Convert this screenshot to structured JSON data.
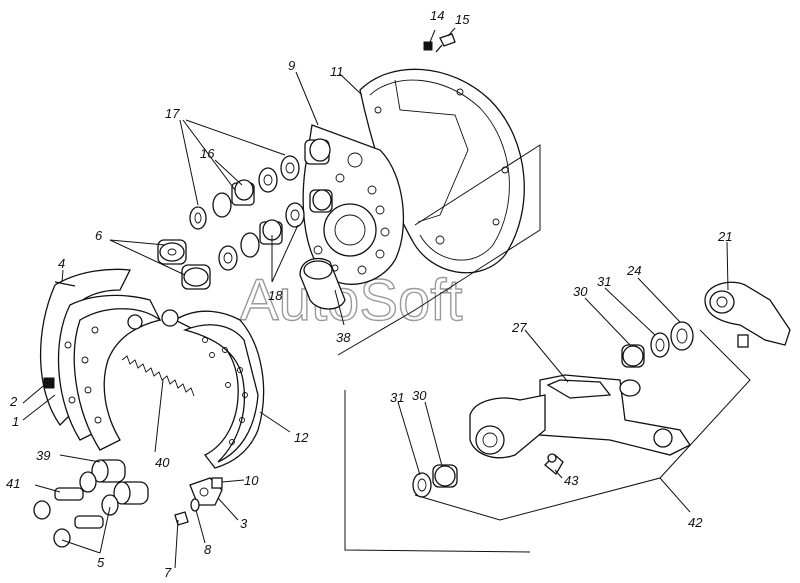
{
  "diagram": {
    "watermark": "AutoSoft",
    "labels": [
      {
        "id": "l1",
        "text": "1"
      },
      {
        "id": "l2",
        "text": "2"
      },
      {
        "id": "l3",
        "text": "3"
      },
      {
        "id": "l4",
        "text": "4"
      },
      {
        "id": "l5",
        "text": "5"
      },
      {
        "id": "l6",
        "text": "6"
      },
      {
        "id": "l7",
        "text": "7"
      },
      {
        "id": "l8",
        "text": "8"
      },
      {
        "id": "l9",
        "text": "9"
      },
      {
        "id": "l10",
        "text": "10"
      },
      {
        "id": "l11",
        "text": "11"
      },
      {
        "id": "l12",
        "text": "12"
      },
      {
        "id": "l14",
        "text": "14"
      },
      {
        "id": "l15",
        "text": "15"
      },
      {
        "id": "l16",
        "text": "16"
      },
      {
        "id": "l17",
        "text": "17"
      },
      {
        "id": "l18",
        "text": "18"
      },
      {
        "id": "l21",
        "text": "21"
      },
      {
        "id": "l24",
        "text": "24"
      },
      {
        "id": "l27",
        "text": "27"
      },
      {
        "id": "l30a",
        "text": "30"
      },
      {
        "id": "l30b",
        "text": "30"
      },
      {
        "id": "l31a",
        "text": "31"
      },
      {
        "id": "l31b",
        "text": "31"
      },
      {
        "id": "l38",
        "text": "38"
      },
      {
        "id": "l39",
        "text": "39"
      },
      {
        "id": "l40",
        "text": "40"
      },
      {
        "id": "l41",
        "text": "41"
      },
      {
        "id": "l42",
        "text": "42"
      },
      {
        "id": "l43",
        "text": "43"
      }
    ]
  }
}
